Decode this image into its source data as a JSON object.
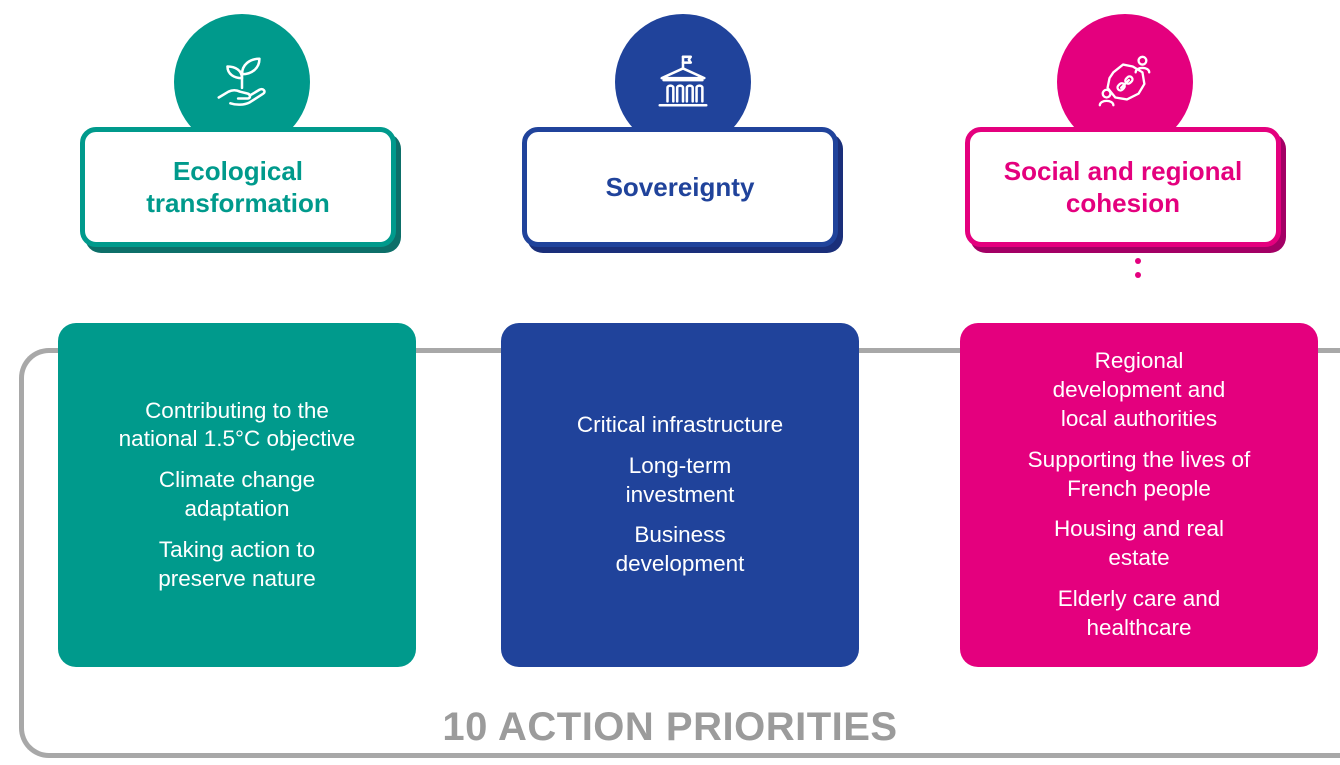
{
  "pillars": [
    {
      "key": "ecological",
      "title": "Ecological transformation",
      "icon": "plant-in-hand-icon",
      "color": "#009a8c",
      "items": [
        "Contributing to the national 1.5°C objective",
        "Climate change adaptation",
        "Taking action to preserve nature"
      ]
    },
    {
      "key": "sovereignty",
      "title": "Sovereignty",
      "icon": "institution-building-icon",
      "color": "#20439b",
      "items": [
        "Critical infrastructure",
        "Long-term investment",
        "Business development"
      ]
    },
    {
      "key": "social",
      "title": "Social and regional cohesion",
      "icon": "people-map-link-icon",
      "color": "#e4007e",
      "items": [
        "Regional development and local authorities",
        "Supporting the lives of French people",
        "Housing and real estate",
        "Elderly care and healthcare"
      ]
    }
  ],
  "frame_title": "10 ACTION PRIORITIES"
}
